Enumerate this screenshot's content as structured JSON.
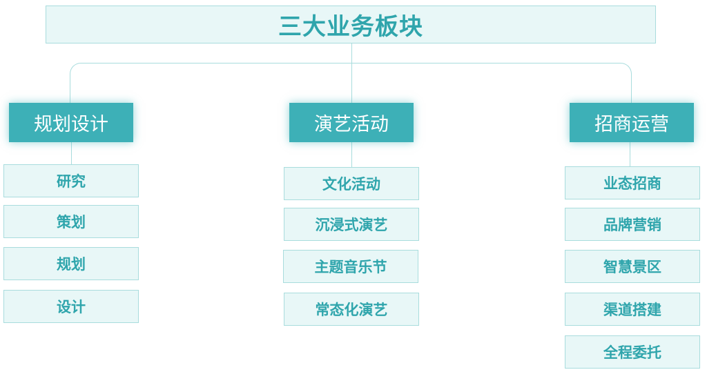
{
  "title": "三大业务板块",
  "colors": {
    "accent": "#3db0b7",
    "light_fill": "#e8f7f7",
    "border": "#a8dcdd",
    "text": "#2fa5ac"
  },
  "categories": [
    {
      "label": "规划设计",
      "items": [
        "研究",
        "策划",
        "规划",
        "设计"
      ]
    },
    {
      "label": "演艺活动",
      "items": [
        "文化活动",
        "沉浸式演艺",
        "主题音乐节",
        "常态化演艺"
      ]
    },
    {
      "label": "招商运营",
      "items": [
        "业态招商",
        "品牌营销",
        "智慧景区",
        "渠道搭建",
        "全程委托"
      ]
    }
  ]
}
